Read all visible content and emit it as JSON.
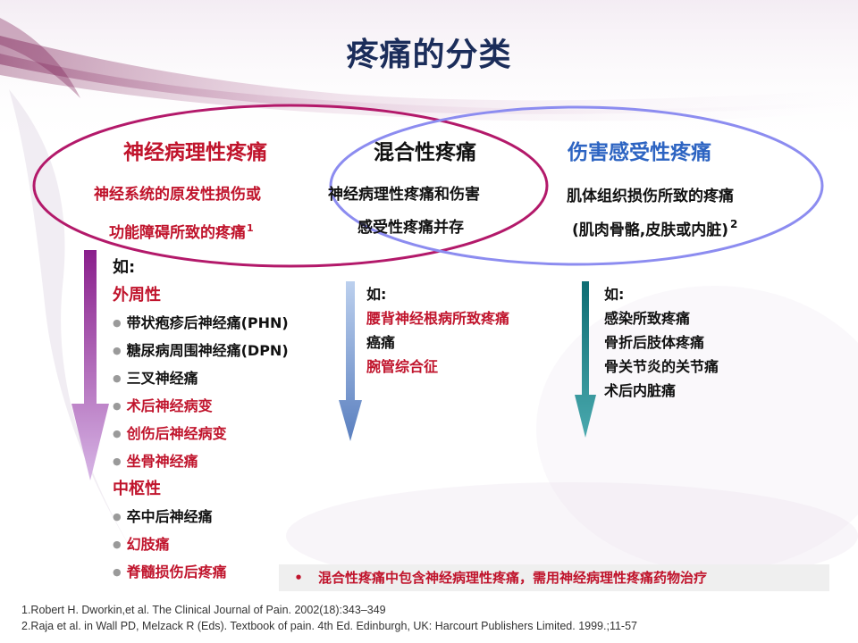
{
  "title": "疼痛的分类",
  "columns": {
    "neuropathic": {
      "header": "神经病理性疼痛",
      "desc_line1": "神经系统的原发性损伤或",
      "desc_line2": "功能障碍所致的疼痛",
      "desc_ref": "1",
      "example_label": "如:",
      "peripheral_label": "外周性",
      "peripheral_items": [
        "带状疱疹后神经痛(PHN)",
        "糖尿病周围神经痛(DPN)",
        "三叉神经痛",
        "术后神经病变",
        "创伤后神经病变",
        "坐骨神经痛"
      ],
      "central_label": "中枢性",
      "central_items": [
        "卒中后神经痛",
        "幻肢痛",
        "脊髓损伤后疼痛"
      ]
    },
    "mixed": {
      "header": "混合性疼痛",
      "desc_line1": "神经病理性疼痛和伤害",
      "desc_line2": "感受性疼痛并存",
      "example_label": "如:",
      "items": [
        "腰背神经根病所致疼痛",
        "癌痛",
        "腕管综合征"
      ]
    },
    "nociceptive": {
      "header": "伤害感受性疼痛",
      "desc_line1": "肌体组织损伤所致的疼痛",
      "desc_line2": "(肌肉骨骼,皮肤或内脏)",
      "desc_ref": "2",
      "example_label": "如:",
      "items": [
        "感染所致疼痛",
        "骨折后肢体疼痛",
        "骨关节炎的关节痛",
        "术后内脏痛"
      ]
    }
  },
  "note": {
    "bullet": "•",
    "text": "混合性疼痛中包含神经病理性疼痛，需用神经病理性疼痛药物治疗"
  },
  "references": [
    "1.Robert H. Dworkin,et al. The Clinical Journal of Pain. 2002(18):343–349",
    "2.Raja et al. in Wall PD, Melzack R (Eds). Textbook of pain. 4th Ed. Edinburgh, UK: Harcourt Publishers Limited. 1999.;11-57"
  ],
  "colors": {
    "title": "#1b2d5a",
    "red_text": "#c0142c",
    "blue_header": "#2d64c2",
    "left_ellipse": "#b3196a",
    "right_ellipse": "#8c8cf0",
    "arrow_left": "#8a35a8",
    "arrow_mid": "#6e8fc6",
    "arrow_right": "#1b7f86"
  }
}
